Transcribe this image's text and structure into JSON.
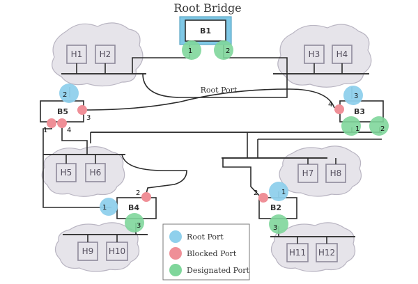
{
  "title": "Root Bridge",
  "root_port_label": "Root Port",
  "colors": {
    "root_port": "#8fd0ec",
    "blocked_port": "#ef8f97",
    "designated_port": "#7fd69b",
    "root_bridge_highlight": "#7fc8e6"
  },
  "bridges": {
    "b1": "B1",
    "b2": "B2",
    "b3": "B3",
    "b4": "B4",
    "b5": "B5"
  },
  "hosts": {
    "h1": "H1",
    "h2": "H2",
    "h3": "H3",
    "h4": "H4",
    "h5": "H5",
    "h6": "H6",
    "h7": "H7",
    "h8": "H8",
    "h9": "H9",
    "h10": "H10",
    "h11": "H11",
    "h12": "H12"
  },
  "ports": {
    "b1_p1": "1",
    "b1_p2": "2",
    "b5_p1": "1",
    "b5_p2": "2",
    "b5_p3": "3",
    "b5_p4": "4",
    "b3_p1": "1",
    "b3_p2": "2",
    "b3_p3": "3",
    "b3_p4": "4",
    "b4_p1": "1",
    "b4_p2": "2",
    "b4_p3": "3",
    "b2_p1": "1",
    "b2_p2": "2",
    "b2_p3": "3"
  },
  "legend": {
    "root_port": "Root Port",
    "blocked_port": "Blocked Port",
    "designated_port": "Designated Port"
  }
}
